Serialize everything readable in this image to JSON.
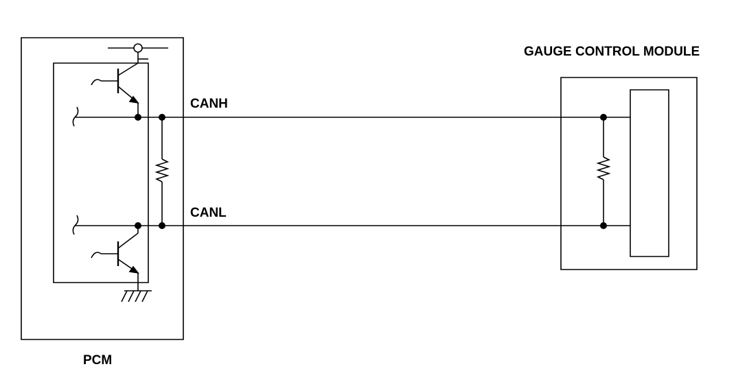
{
  "labels": {
    "pcm": "PCM",
    "gauge_module": "GAUGE CONTROL MODULE",
    "canh": "CANH",
    "canl": "CANL"
  },
  "colors": {
    "line": "#000000",
    "background": "#ffffff"
  }
}
